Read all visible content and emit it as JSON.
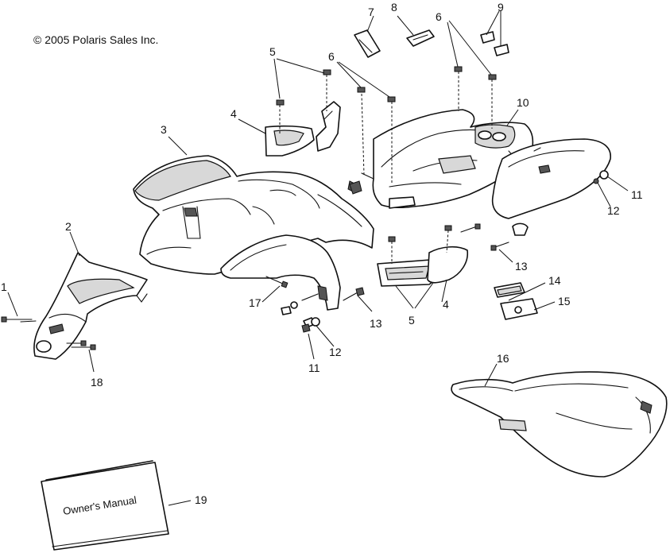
{
  "copyright": "© 2005 Polaris Sales Inc.",
  "manual_label": "Owner's Manual",
  "callouts": [
    "1",
    "2",
    "3",
    "4",
    "5",
    "6",
    "7",
    "8",
    "9",
    "10",
    "11",
    "12",
    "13",
    "14",
    "15",
    "16",
    "17",
    "18",
    "19"
  ],
  "colors": {
    "line": "#111111",
    "background": "#ffffff",
    "shade": "#d8d8d8"
  }
}
